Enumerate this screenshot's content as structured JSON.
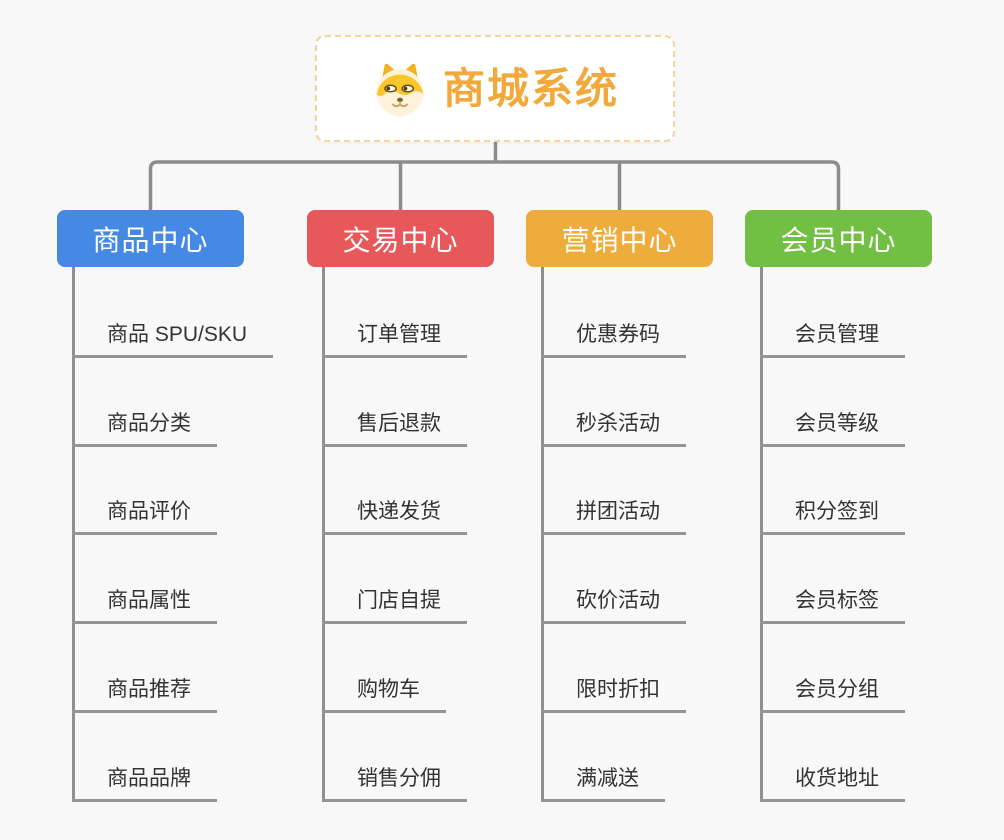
{
  "root": {
    "title": "商城系统",
    "icon": "doge-face-icon",
    "text_color": "#f2a93c",
    "border_color": "#f3d49a"
  },
  "colors": {
    "background": "#f8f8f8",
    "connector": "#8c8c8c",
    "item_line": "#949494",
    "item_text": "#333333"
  },
  "branches": [
    {
      "label": "商品中心",
      "color": "#4589e5",
      "items": [
        "商品 SPU/SKU",
        "商品分类",
        "商品评价",
        "商品属性",
        "商品推荐",
        "商品品牌"
      ]
    },
    {
      "label": "交易中心",
      "color": "#e65859",
      "items": [
        "订单管理",
        "售后退款",
        "快递发货",
        "门店自提",
        "购物车",
        "销售分佣"
      ]
    },
    {
      "label": "营销中心",
      "color": "#eeac3c",
      "items": [
        "优惠券码",
        "秒杀活动",
        "拼团活动",
        "砍价活动",
        "限时折扣",
        "满减送"
      ]
    },
    {
      "label": "会员中心",
      "color": "#71bf43",
      "items": [
        "会员管理",
        "会员等级",
        "积分签到",
        "会员标签",
        "会员分组",
        "收货地址"
      ]
    }
  ]
}
